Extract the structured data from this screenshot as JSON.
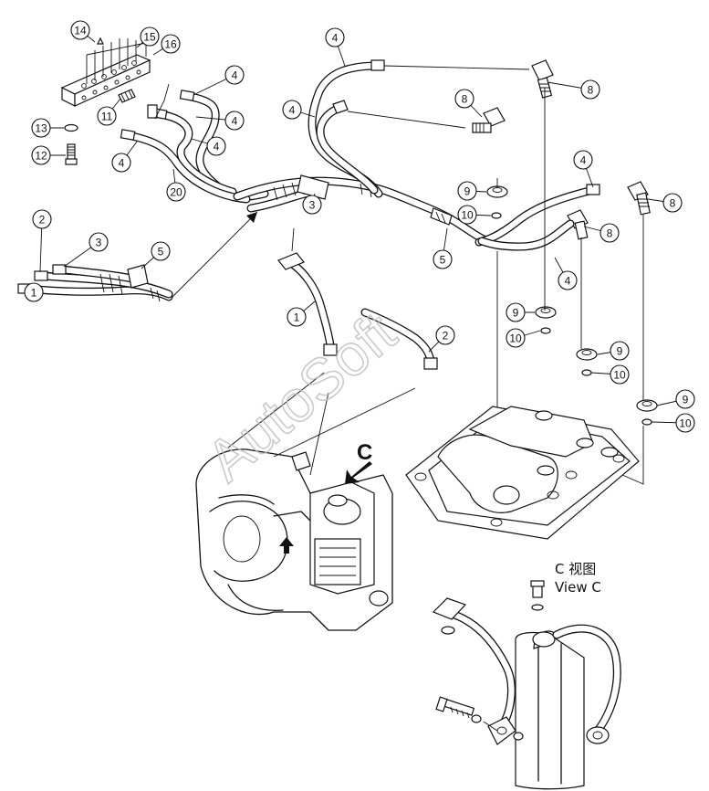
{
  "callouts": [
    {
      "label": "14",
      "cx": 0,
      "cy": 0
    },
    {
      "label": "15"
    },
    {
      "label": "16"
    },
    {
      "label": "11"
    },
    {
      "label": "13"
    },
    {
      "label": "12"
    },
    {
      "label": "4"
    },
    {
      "label": "4"
    },
    {
      "label": "4"
    },
    {
      "label": "4"
    },
    {
      "label": "20"
    },
    {
      "label": "2"
    },
    {
      "label": "3"
    },
    {
      "label": "5"
    },
    {
      "label": "1"
    },
    {
      "label": "4"
    },
    {
      "label": "4"
    },
    {
      "label": "8"
    },
    {
      "label": "8"
    },
    {
      "label": "3"
    },
    {
      "label": "9"
    },
    {
      "label": "10"
    },
    {
      "label": "4"
    },
    {
      "label": "8"
    },
    {
      "label": "8"
    },
    {
      "label": "5"
    },
    {
      "label": "4"
    },
    {
      "label": "1"
    },
    {
      "label": "2"
    },
    {
      "label": "9"
    },
    {
      "label": "10"
    },
    {
      "label": "9"
    },
    {
      "label": "10"
    },
    {
      "label": "9"
    },
    {
      "label": "10"
    }
  ],
  "view_marker": "C",
  "view_label_cn": "C 视图",
  "view_label_en": "View C",
  "watermark": "AutoSoft"
}
